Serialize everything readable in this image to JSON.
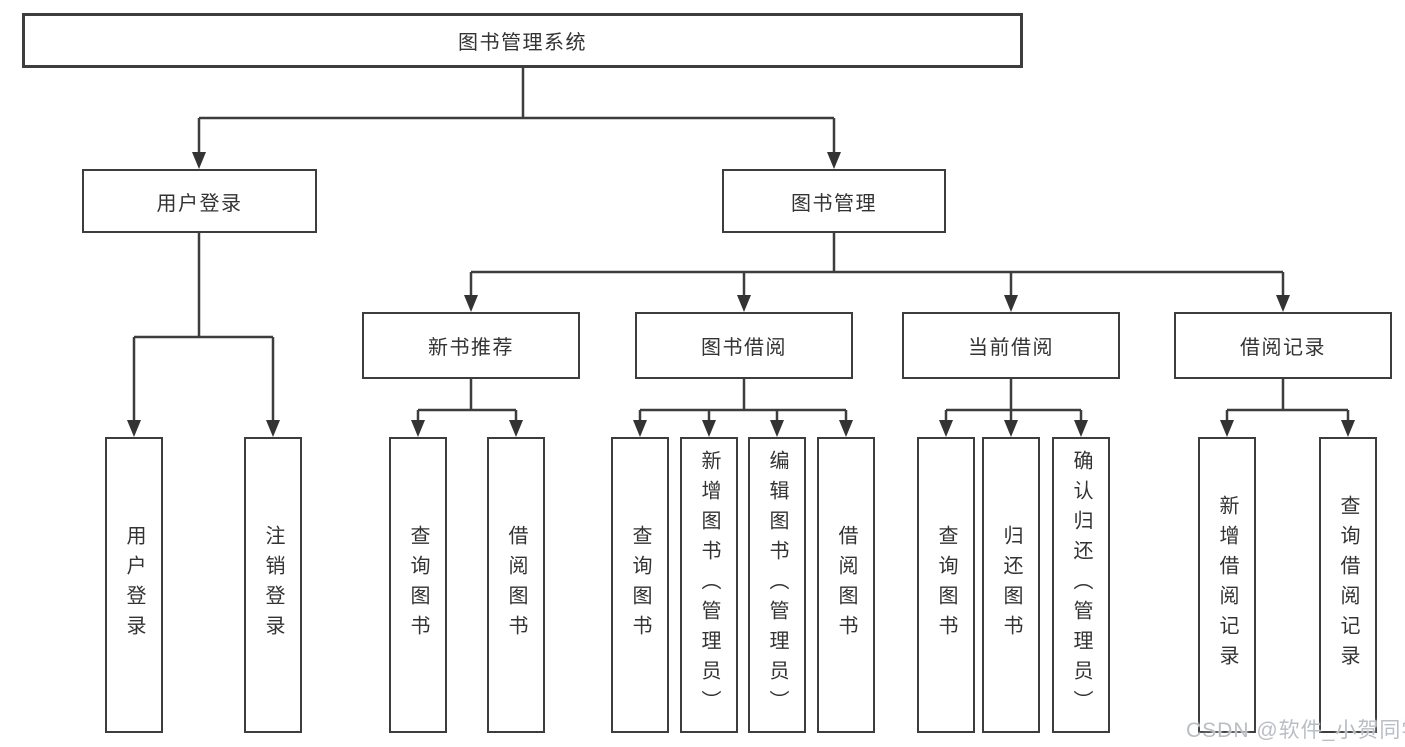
{
  "diagram": {
    "type": "tree",
    "root": {
      "label": "图书管理系统"
    },
    "branches": [
      {
        "label": "用户登录",
        "children": [
          {
            "label": "用户登录"
          },
          {
            "label": "注销登录"
          }
        ]
      },
      {
        "label": "图书管理",
        "children": [
          {
            "label": "新书推荐",
            "children": [
              {
                "label": "查询图书"
              },
              {
                "label": "借阅图书"
              }
            ]
          },
          {
            "label": "图书借阅",
            "children": [
              {
                "label": "查询图书"
              },
              {
                "label": "新增图书（管理员）"
              },
              {
                "label": "编辑图书（管理员）"
              },
              {
                "label": "借阅图书"
              }
            ]
          },
          {
            "label": "当前借阅",
            "children": [
              {
                "label": "查询图书"
              },
              {
                "label": "归还图书"
              },
              {
                "label": "确认归还（管理员）"
              }
            ]
          },
          {
            "label": "借阅记录",
            "children": [
              {
                "label": "新增借阅记录"
              },
              {
                "label": "查询借阅记录"
              }
            ]
          }
        ]
      }
    ]
  },
  "watermark": {
    "text": "CSDN @软件_小贺同学"
  },
  "colors": {
    "line": "#3d3d3d",
    "text": "#333333",
    "box_background": "#ffffff",
    "page_background": "#ffffff",
    "watermark": "#b9bec4"
  }
}
